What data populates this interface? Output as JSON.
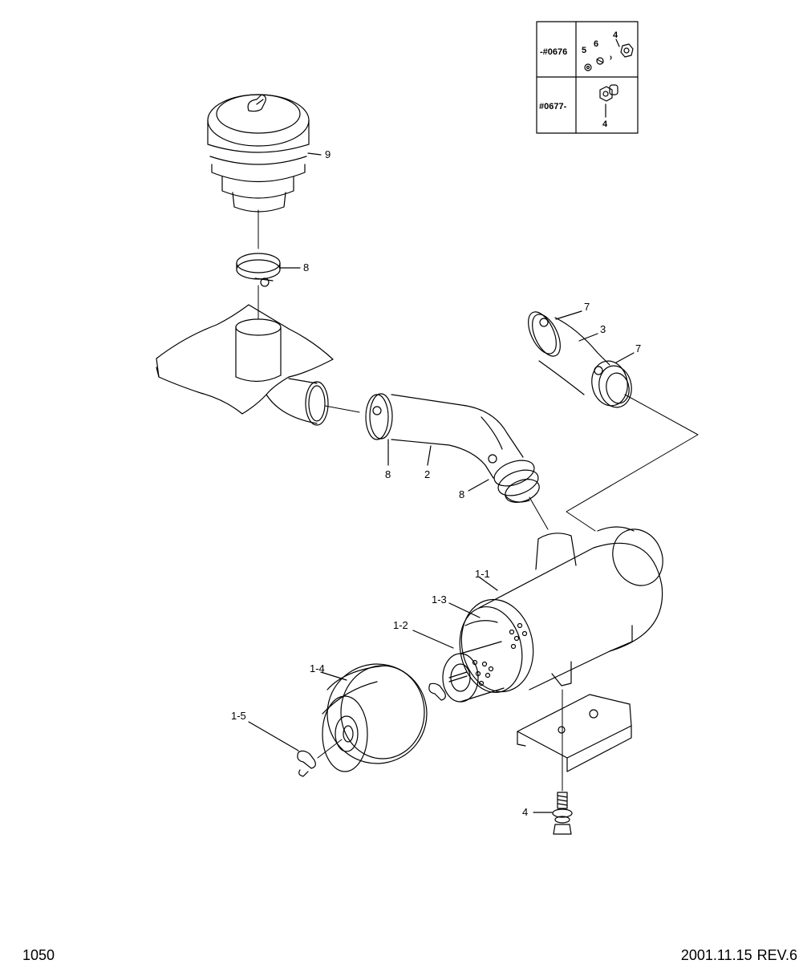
{
  "footer": {
    "page_number": "1050",
    "date": "2001.11.15",
    "revision": "REV.6"
  },
  "serial_table": {
    "rows": [
      {
        "serial": "-#0676",
        "parts": [
          "5",
          "6",
          "4"
        ]
      },
      {
        "serial": "#0677-",
        "parts": [
          "4"
        ]
      }
    ]
  },
  "callouts": [
    {
      "id": "callout-9",
      "text": "9"
    },
    {
      "id": "callout-8-top",
      "text": "8"
    },
    {
      "id": "callout-7-top",
      "text": "7"
    },
    {
      "id": "callout-3",
      "text": "3"
    },
    {
      "id": "callout-7-right",
      "text": "7"
    },
    {
      "id": "callout-8-left",
      "text": "8"
    },
    {
      "id": "callout-2",
      "text": "2"
    },
    {
      "id": "callout-8-bottom",
      "text": "8"
    },
    {
      "id": "callout-1-1",
      "text": "1-1"
    },
    {
      "id": "callout-1-3",
      "text": "1-3"
    },
    {
      "id": "callout-1-2",
      "text": "1-2"
    },
    {
      "id": "callout-1-4",
      "text": "1-4"
    },
    {
      "id": "callout-1-5",
      "text": "1-5"
    },
    {
      "id": "callout-4",
      "text": "4"
    }
  ]
}
